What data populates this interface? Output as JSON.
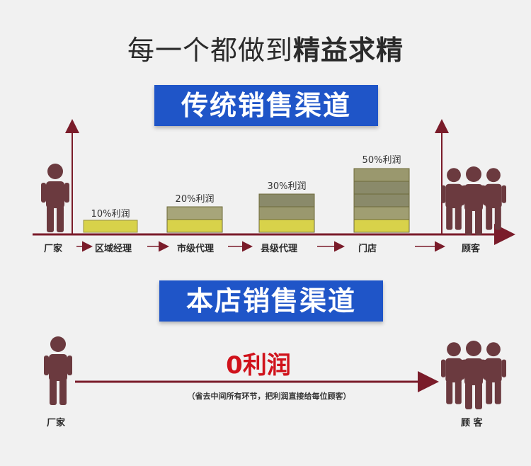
{
  "headline": {
    "normal": "每一个都做到",
    "bold": "精益求精"
  },
  "traditional": {
    "title": "传统销售渠道",
    "stages": [
      {
        "label": "厂家"
      },
      {
        "label": "区域经理",
        "profit": "10%利润",
        "layers": 1
      },
      {
        "label": "市级代理",
        "profit": "20%利润",
        "layers": 2
      },
      {
        "label": "县级代理",
        "profit": "30%利润",
        "layers": 3
      },
      {
        "label": "门店",
        "profit": "50%利润",
        "layers": 5
      },
      {
        "label": "顾客"
      }
    ]
  },
  "store": {
    "title": "本店销售渠道",
    "from_label": "厂家",
    "to_label": "顾 客",
    "profit": "0利润",
    "note": "（省去中间所有环节，把利润直接给每位顾客）"
  },
  "colors": {
    "arrow": "#7a1c2a",
    "banner": "#1f55c8",
    "person": "#6b3a3f",
    "coin_gold": "#d8d24a",
    "coin_gray": "#8a8a6a",
    "zero_profit": "#d0121b"
  }
}
